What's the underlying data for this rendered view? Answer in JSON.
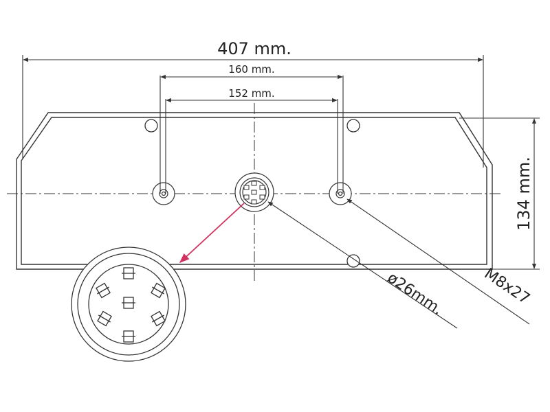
{
  "dimensions": {
    "overall_width": "407 mm.",
    "mount_outer": "160 mm.",
    "mount_inner": "152 mm.",
    "height": "134 mm.",
    "socket_diameter": "ø26mm.",
    "bolt": "M8x27"
  },
  "colors": {
    "line": "#333333",
    "pointer_arrow": "#d2305f"
  },
  "connector_pin_count": 7
}
